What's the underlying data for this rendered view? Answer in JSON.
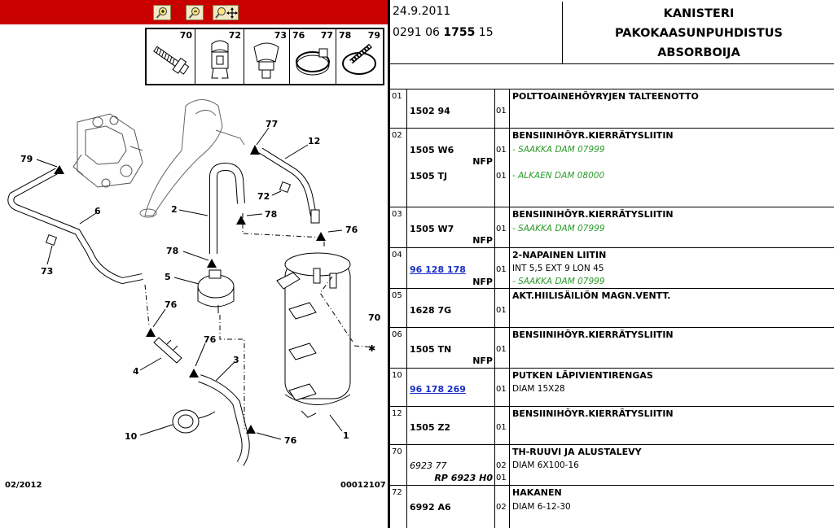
{
  "toolbar": {
    "zoom_in": "zoom-in-icon",
    "zoom_out": "zoom-out-icon",
    "zoom_pan": "zoom-pan-icon",
    "bg_color": "#c90000"
  },
  "legend": {
    "items": [
      "70",
      "72",
      "73",
      "76",
      "77",
      "78",
      "79"
    ]
  },
  "diagram": {
    "callouts": [
      "77",
      "12",
      "79",
      "72",
      "2",
      "78",
      "76",
      "6",
      "73",
      "78",
      "5",
      "70",
      "76",
      "76",
      "4",
      "3",
      "10",
      "76",
      "1"
    ],
    "date_stamp": "02/2012",
    "ref_stamp": "00012107"
  },
  "header": {
    "date": "24.9.2011",
    "code_prefix": "0291 06",
    "code_bold": "1755",
    "code_suffix": "15",
    "title_line1": "KANISTERI",
    "title_line2": "PAKOKAASUNPUHDISTUS",
    "title_line3": "ABSORBOIJA"
  },
  "rows": [
    {
      "num": "01",
      "ref": "1502 94",
      "qty": "01",
      "desc": "POLTTOAINEHÖYRYJEN TALTEENOTTO"
    },
    {
      "num": "02",
      "ref": "1505 W6",
      "nfp": "NFP",
      "qty": "01",
      "desc": "BENSIINIHÖYR.KIERRÄTYSLIITIN",
      "sub1": "- SAAKKA DAM 07999",
      "ref2": "1505 TJ",
      "qty2": "01",
      "sub2": "- ALKAEN DAM 08000"
    },
    {
      "num": "03",
      "ref": "1505 W7",
      "nfp": "NFP",
      "qty": "01",
      "desc": "BENSIINIHÖYR.KIERRÄTYSLIITIN",
      "sub1": "- SAAKKA DAM 07999"
    },
    {
      "num": "04",
      "ref": "96 128 178",
      "nfp": "NFP",
      "qty": "01",
      "desc": "2-NAPAINEN LIITIN",
      "sub1": "INT 5,5 EXT 9 LON 45",
      "sub2": "- SAAKKA DAM 07999"
    },
    {
      "num": "05",
      "ref": "1628 7G",
      "qty": "01",
      "desc": "AKT.HIILISÄILIÖN MAGN.VENTT."
    },
    {
      "num": "06",
      "ref": "1505 TN",
      "nfp": "NFP",
      "qty": "01",
      "desc": "BENSIINIHÖYR.KIERRÄTYSLIITIN"
    },
    {
      "num": "10",
      "ref": "96 178 269",
      "qty": "01",
      "desc": "PUTKEN LÄPIVIENTIRENGAS",
      "sub1": "DIAM 15X28"
    },
    {
      "num": "12",
      "ref": "1505 Z2",
      "qty": "01",
      "desc": "BENSIINIHÖYR.KIERRÄTYSLIITIN"
    },
    {
      "num": "70",
      "ref": "6923 77",
      "ref2": "RP 6923 H0",
      "qty": "02",
      "qty2": "01",
      "desc": "TH-RUUVI JA ALUSTALEVY",
      "sub1": "DIAM 6X100-16"
    },
    {
      "num": "72",
      "ref": "6992 A6",
      "qty": "02",
      "desc": "HAKANEN",
      "sub1": "DIAM 6-12-30"
    }
  ],
  "colors": {
    "link": "#1a2fc8",
    "green": "#2a9a2a",
    "toolbar": "#c90000"
  }
}
